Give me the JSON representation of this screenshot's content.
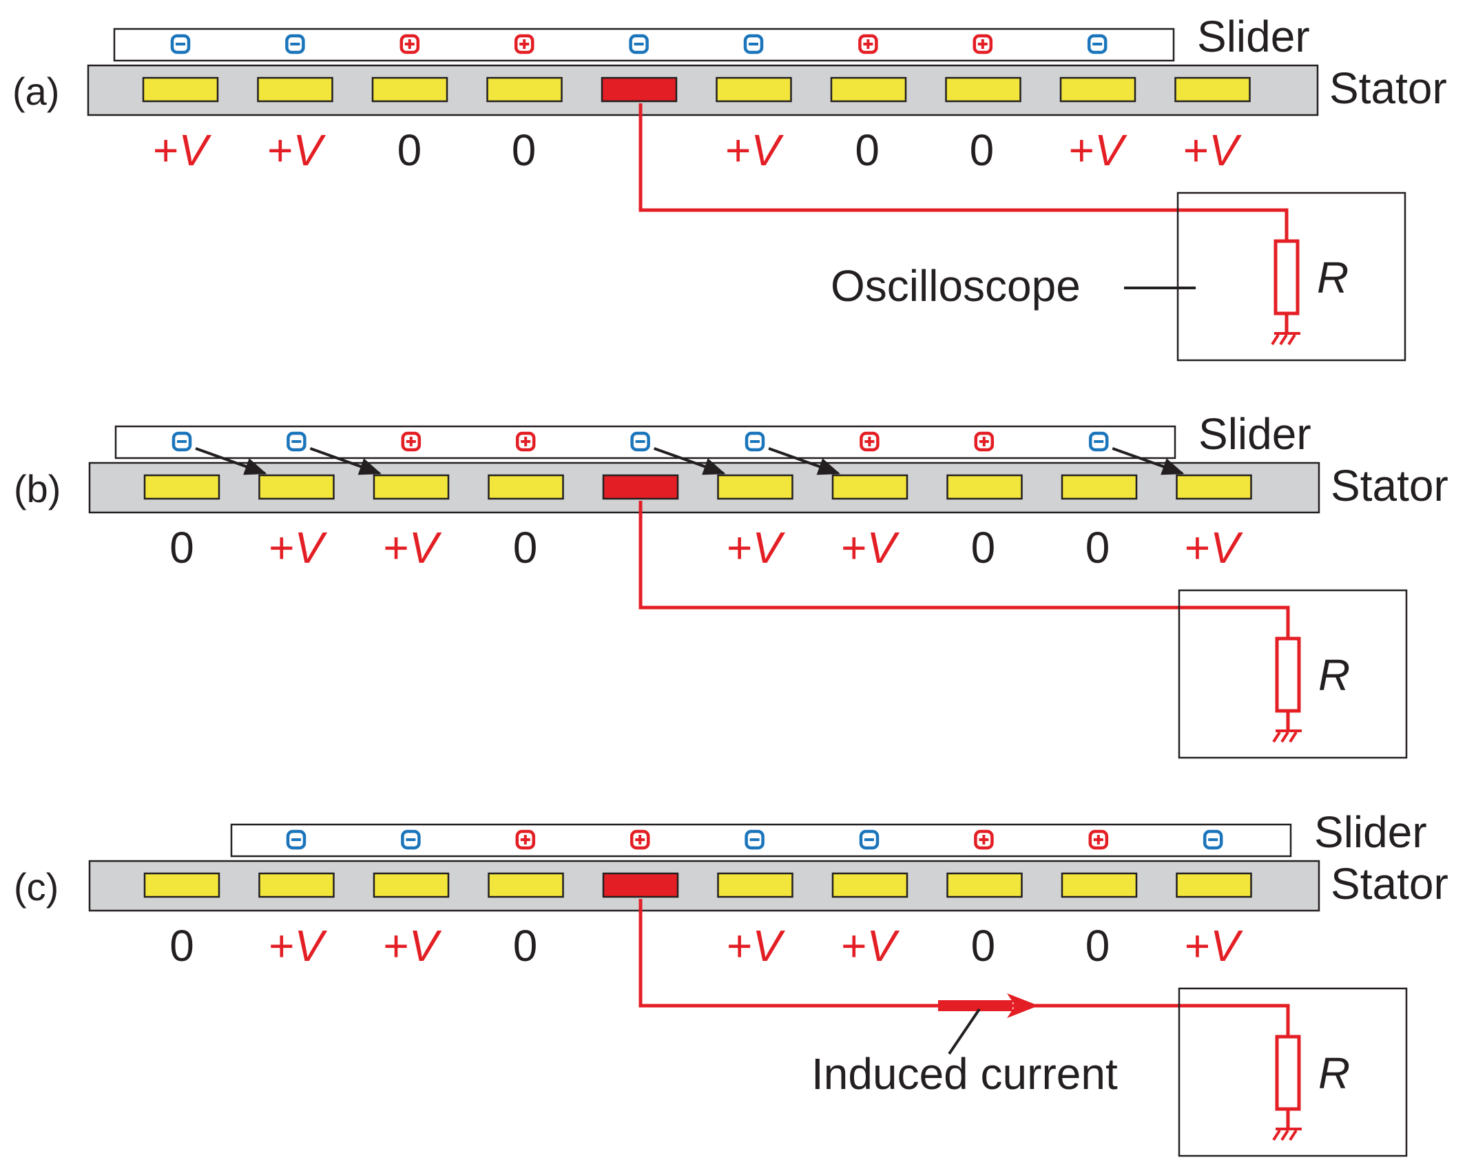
{
  "colors": {
    "wire": "#e31e24",
    "electrode": "#f2e63c",
    "electrode_active": "#e31e24",
    "stator_fill": "#d1d2d3",
    "negative_charge": "#1b75bb",
    "positive_charge": "#e31e24",
    "text": "#231f20"
  },
  "labels": {
    "slider": "Slider",
    "stator": "Stator",
    "oscilloscope": "Oscilloscope",
    "resistor": "R",
    "induced_current": "Induced current"
  },
  "panels": [
    {
      "label": "(a)",
      "charges": [
        "-",
        "-",
        "+",
        "+",
        "-",
        "-",
        "+",
        "+",
        "-"
      ],
      "voltages": [
        "+V",
        "+V",
        "0",
        "0",
        "",
        "+V",
        "0",
        "0",
        "+V",
        "+V"
      ],
      "show_oscilloscope_label": true,
      "show_charge_arrows": false,
      "show_current_arrow": false
    },
    {
      "label": "(b)",
      "charges": [
        "-",
        "-",
        "+",
        "+",
        "-",
        "-",
        "+",
        "+",
        "-"
      ],
      "voltages": [
        "0",
        "+V",
        "+V",
        "0",
        "",
        "+V",
        "+V",
        "0",
        "0",
        "+V"
      ],
      "show_oscilloscope_label": false,
      "show_charge_arrows": true,
      "show_current_arrow": false
    },
    {
      "label": "(c)",
      "charges": [
        "-",
        "-",
        "+",
        "+",
        "-",
        "-",
        "+",
        "+",
        "-"
      ],
      "voltages": [
        "0",
        "+V",
        "+V",
        "0",
        "",
        "+V",
        "+V",
        "0",
        "0",
        "+V"
      ],
      "show_oscilloscope_label": false,
      "show_charge_arrows": false,
      "show_current_arrow": true
    }
  ]
}
